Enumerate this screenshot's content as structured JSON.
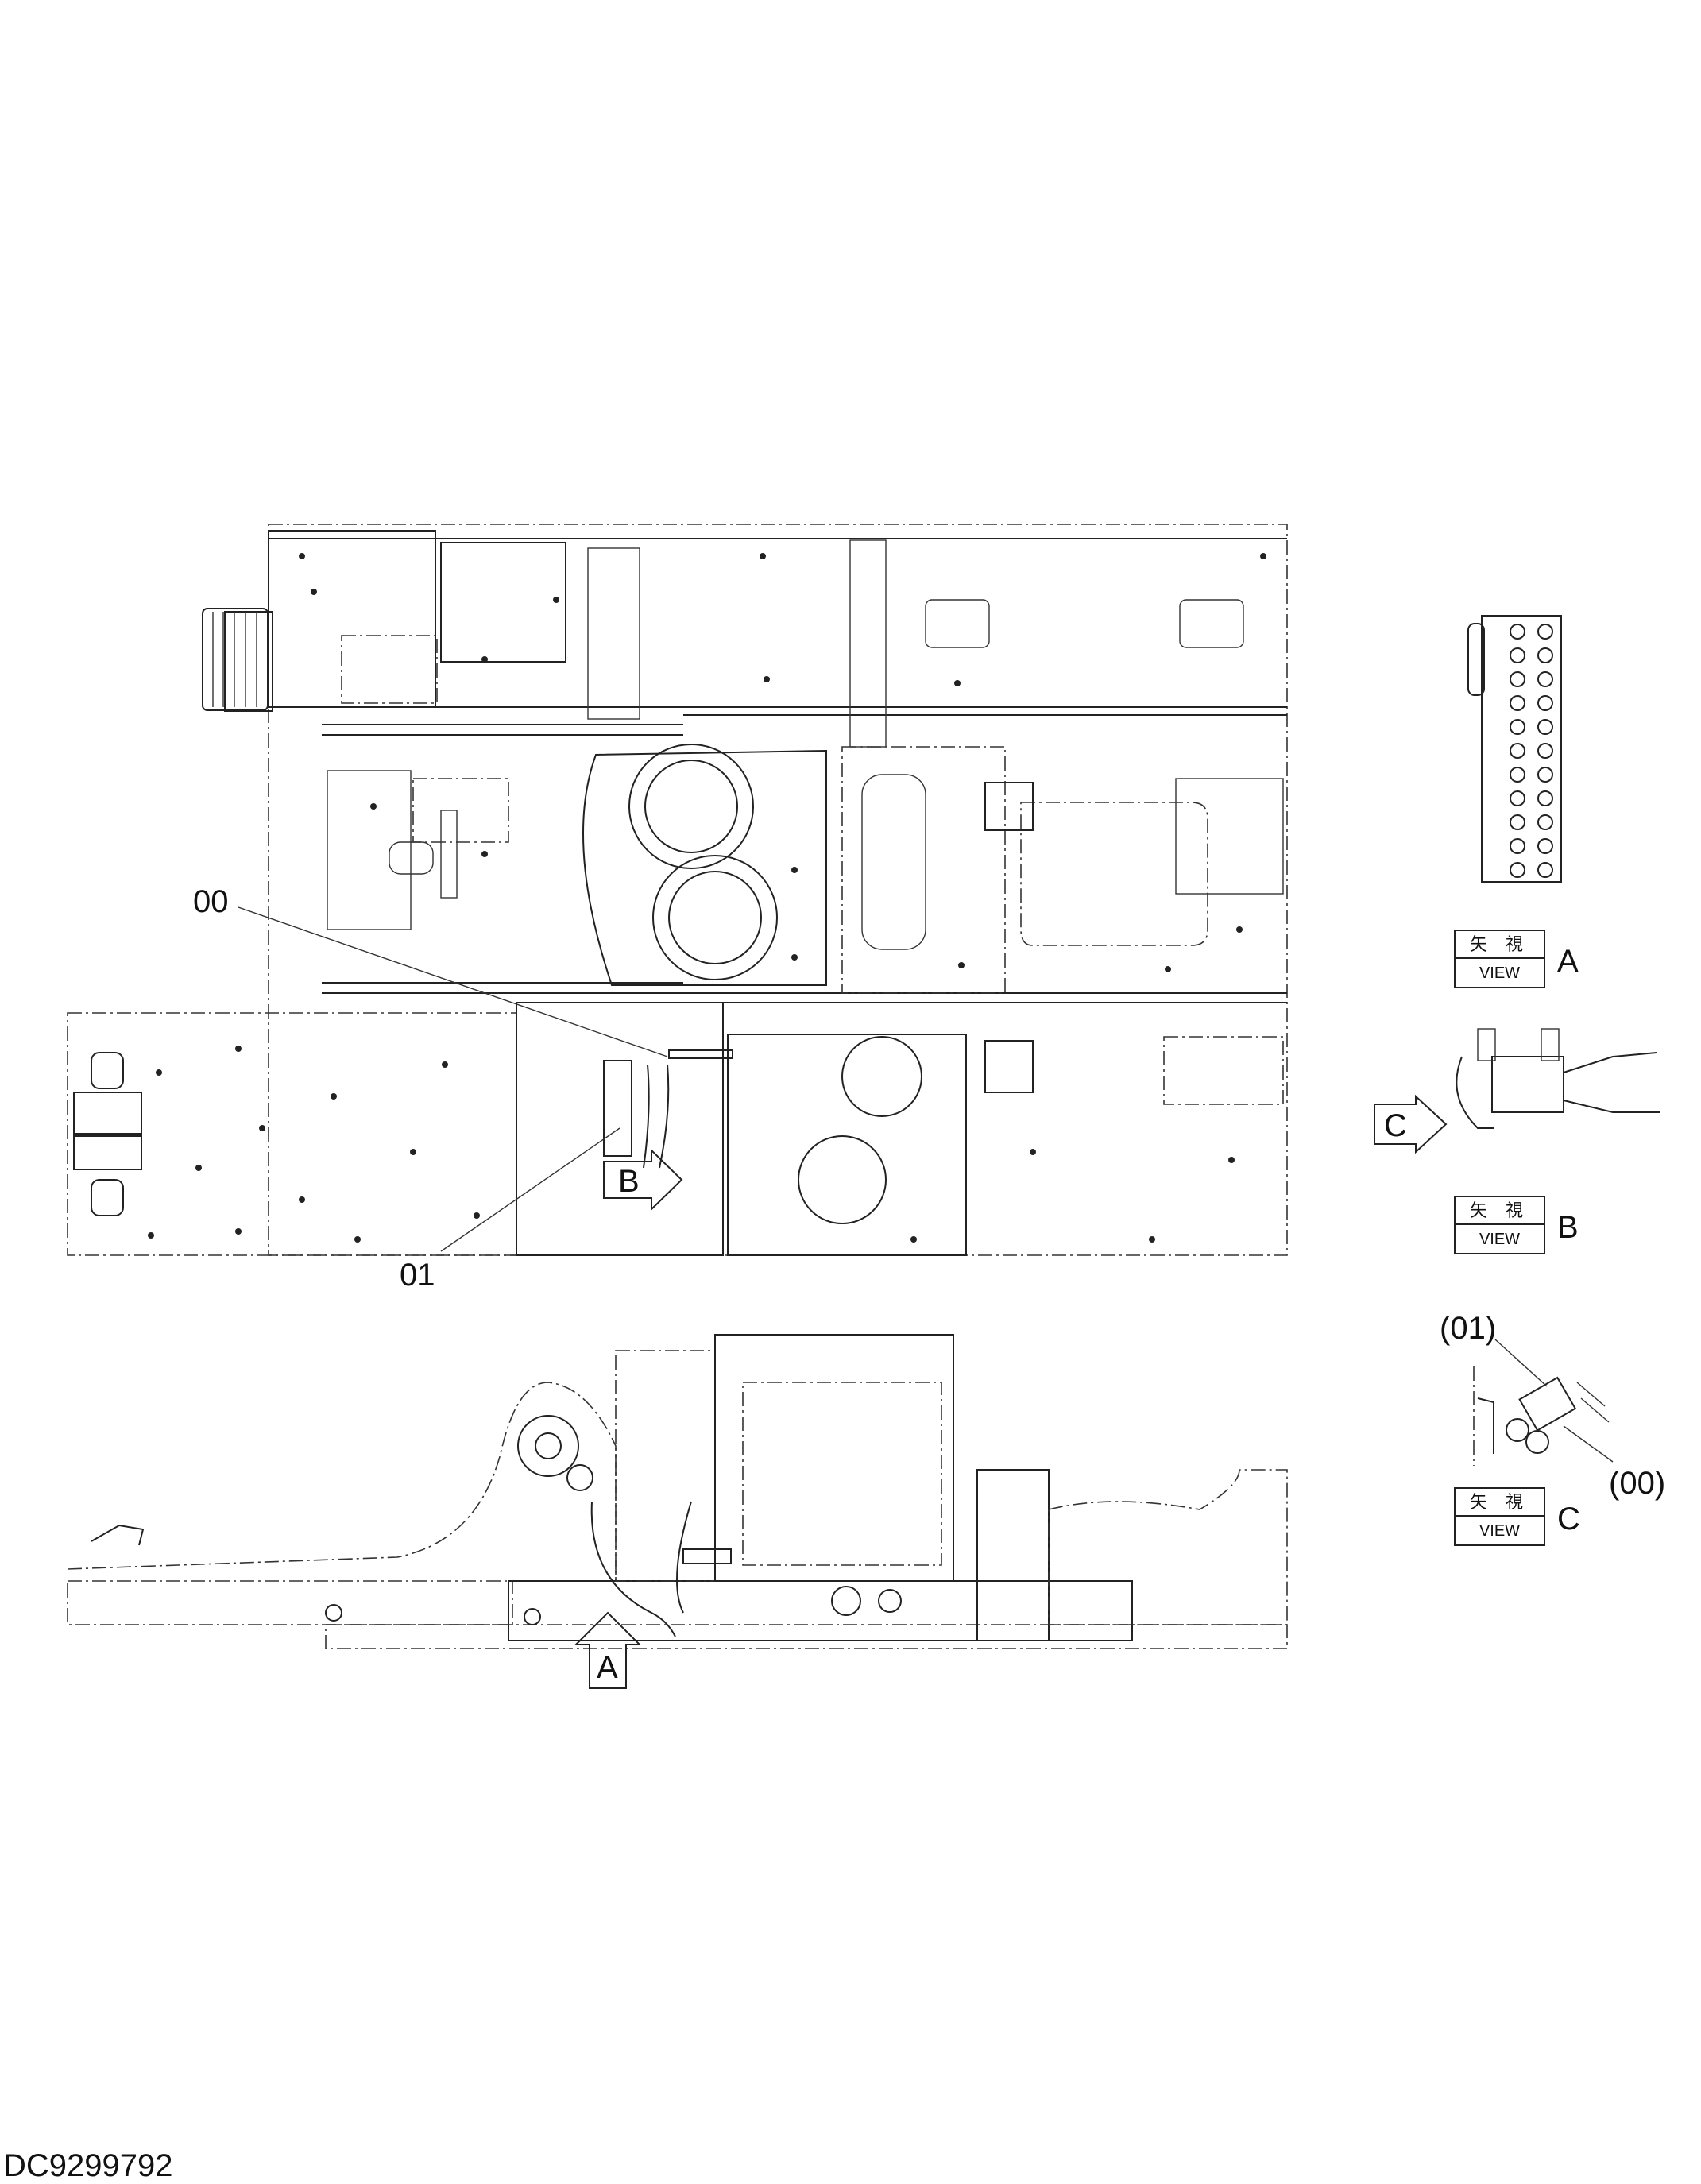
{
  "callouts": {
    "part_00": "00",
    "part_01": "01",
    "detail_00": "(00)",
    "detail_01": "(01)"
  },
  "view_arrows": {
    "a": "A",
    "b": "B",
    "c": "C"
  },
  "view_labels": [
    {
      "jp": "矢 視",
      "en": "VIEW",
      "letter": "A"
    },
    {
      "jp": "矢 視",
      "en": "VIEW",
      "letter": "B"
    },
    {
      "jp": "矢 視",
      "en": "VIEW",
      "letter": "C"
    }
  ],
  "document_id": "DC9299792"
}
